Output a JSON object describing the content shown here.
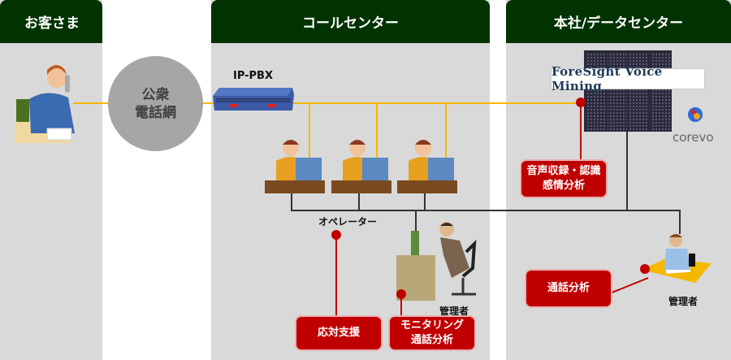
{
  "panels": {
    "customer": {
      "title": "お客さま"
    },
    "call_center": {
      "title": "コールセンター"
    },
    "hq": {
      "title": "本社/データセンター"
    }
  },
  "network": {
    "line1": "公衆",
    "line2": "電話網"
  },
  "devices": {
    "pbx_label": "IP-PBX",
    "brand": "ForeSight Voice Mining",
    "corevo": "corevo"
  },
  "people": {
    "operator": "オペレーター",
    "manager_cc": "管理者",
    "manager_hq": "管理者"
  },
  "functions": {
    "response_support": "応対支援",
    "monitoring_line1": "モニタリング",
    "monitoring_line2": "通話分析",
    "voice_line1": "音声収録・認識",
    "voice_line2": "感情分析",
    "call_analysis": "通話分析"
  },
  "colors": {
    "header": "#003300",
    "panel": "#d9d9d9",
    "accent_red": "#c00000",
    "phone_line": "#f5b800"
  }
}
